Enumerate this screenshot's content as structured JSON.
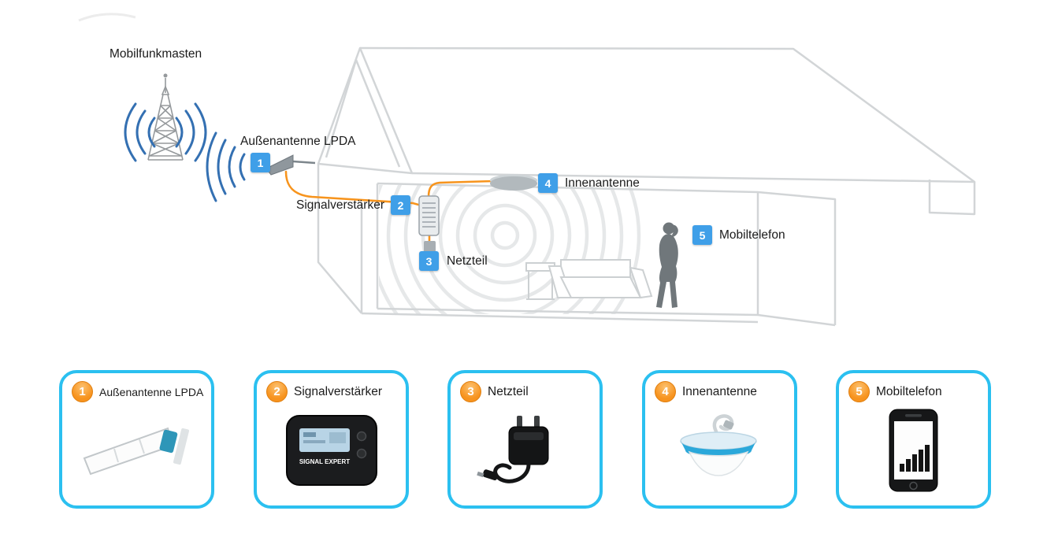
{
  "diagram": {
    "tower_label": "Mobilfunkmasten",
    "callouts": [
      {
        "num": "1",
        "label": "Außenantenne LPDA"
      },
      {
        "num": "2",
        "label": "Signalverstärker"
      },
      {
        "num": "3",
        "label": "Netzteil"
      },
      {
        "num": "4",
        "label": "Innenantenne"
      },
      {
        "num": "5",
        "label": "Mobiltelefon"
      }
    ]
  },
  "legend": {
    "cards": [
      {
        "num": "1",
        "label": "Außenantenne LPDA"
      },
      {
        "num": "2",
        "label": "Signalverstärker"
      },
      {
        "num": "3",
        "label": "Netzteil"
      },
      {
        "num": "4",
        "label": "Innenantenne"
      },
      {
        "num": "5",
        "label": "Mobiltelefon"
      }
    ]
  },
  "booster_screen": {
    "brand": "SIGNAL EXPERT"
  },
  "colors": {
    "callout_badge_blue": "#3f9fe8",
    "card_border_cyan": "#2bc0f0",
    "card_badge_orange": "#f7931e",
    "cable_orange": "#f7941d",
    "signal_arc_blue": "#3470b2"
  }
}
